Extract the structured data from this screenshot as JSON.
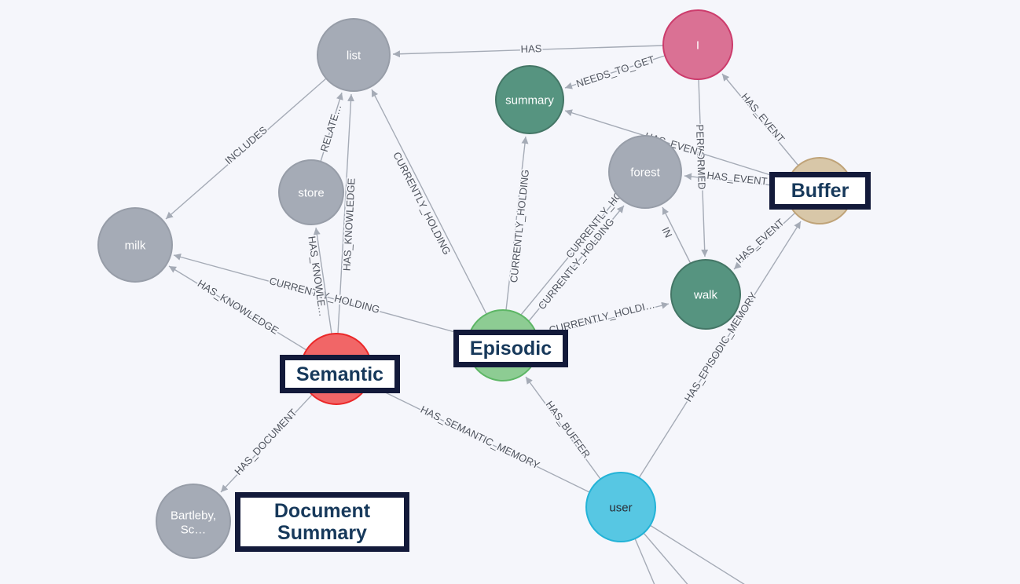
{
  "background": "#F5F6FB",
  "palette": {
    "edge_color": "#A5ABB6",
    "edge_label_color": "#50555F",
    "annotation_border": "#131A3A",
    "annotation_text": "#17395B",
    "annotation_background": "#FFFFFF"
  },
  "graph": {
    "nodes": [
      {
        "id": "list",
        "label": "list",
        "fill": "#A5ABB6",
        "stroke": "#979DA8",
        "text_color": "#FFFFFF"
      },
      {
        "id": "I",
        "label": "I",
        "fill": "#DA7194",
        "stroke": "#CC3C6C",
        "text_color": "#FFFFFF"
      },
      {
        "id": "summary",
        "label": "summary",
        "fill": "#569480",
        "stroke": "#447666",
        "text_color": "#FFFFFF"
      },
      {
        "id": "forest",
        "label": "forest",
        "fill": "#A5ABB6",
        "stroke": "#979DA8",
        "text_color": "#FFFFFF"
      },
      {
        "id": "buffer",
        "label": "",
        "fill": "#D8C7A8",
        "stroke": "#BFA378",
        "text_color": "#6A5216"
      },
      {
        "id": "store",
        "label": "store",
        "fill": "#A5ABB6",
        "stroke": "#979DA8",
        "text_color": "#FFFFFF"
      },
      {
        "id": "milk",
        "label": "milk",
        "fill": "#A5ABB6",
        "stroke": "#979DA8",
        "text_color": "#FFFFFF"
      },
      {
        "id": "walk",
        "label": "walk",
        "fill": "#569480",
        "stroke": "#447666",
        "text_color": "#FFFFFF"
      },
      {
        "id": "episodic",
        "label": "",
        "fill": "#8DCC93",
        "stroke": "#5DB665",
        "text_color": "#2A2C34"
      },
      {
        "id": "semantic",
        "label": "",
        "fill": "#F16667",
        "stroke": "#EB2728",
        "text_color": "#FFFFFF"
      },
      {
        "id": "bartleby",
        "label_line1": "Bartleby,",
        "label_line2": "Sc…",
        "fill": "#A5ABB6",
        "stroke": "#979DA8",
        "text_color": "#FFFFFF"
      },
      {
        "id": "user",
        "label": "user",
        "fill": "#57C7E3",
        "stroke": "#23B3D7",
        "text_color": "#2A2C34"
      }
    ],
    "edges": [
      {
        "from": "I",
        "to": "list",
        "label": "HAS"
      },
      {
        "from": "I",
        "to": "summary",
        "label": "NEEDS_TO_GET"
      },
      {
        "from": "list",
        "to": "milk",
        "label": "INCLUDES"
      },
      {
        "from": "store",
        "to": "list",
        "label": "RELATE…"
      },
      {
        "from": "Semantic",
        "to": "list",
        "label": "HAS_KNOWLEDGE"
      },
      {
        "from": "Episodic",
        "to": "list",
        "label": "CURRENTLY_HOLDING"
      },
      {
        "from": "Episodic",
        "to": "summary",
        "label": "CURRENTLY_HOLDING"
      },
      {
        "from": "Episodic",
        "to": "forest",
        "label": "CURRENTLY_HO…"
      },
      {
        "from": "Episodic",
        "to": "forest",
        "label": "CURRENTLY_HOLDING"
      },
      {
        "from": "Episodic",
        "to": "walk",
        "label": "CURRENTLY_HOLDI…"
      },
      {
        "from": "Episodic",
        "to": "milk",
        "label": "CURRENTLY_HOLDING"
      },
      {
        "from": "Semantic",
        "to": "store",
        "label": "HAS_KNOWLE…"
      },
      {
        "from": "Semantic",
        "to": "milk",
        "label": "HAS_KNOWLEDGE"
      },
      {
        "from": "Semantic",
        "to": "bartleby",
        "label": "HAS_DOCUMENT"
      },
      {
        "from": "user",
        "to": "Semantic",
        "label": "HAS_SEMANTIC_MEMORY"
      },
      {
        "from": "user",
        "to": "Episodic",
        "label": "HAS_BUFFER"
      },
      {
        "from": "user",
        "to": "Buffer",
        "label": "HAS_EPISODIC_MEMORY"
      },
      {
        "from": "I",
        "to": "walk",
        "label": "PERFORMED"
      },
      {
        "from": "walk",
        "to": "forest",
        "label": "IN"
      },
      {
        "from": "Buffer",
        "to": "I",
        "label": "HAS_EVENT"
      },
      {
        "from": "Buffer",
        "to": "forest",
        "label": "HAS_EVENT"
      },
      {
        "from": "Buffer",
        "to": "walk",
        "label": "HAS_EVENT"
      },
      {
        "from": "Buffer",
        "to": "summary",
        "label": "HAS_EVENT"
      }
    ]
  },
  "annotations": [
    {
      "text": "Buffer"
    },
    {
      "text": "Episodic"
    },
    {
      "text": "Semantic"
    },
    {
      "lines": [
        "Document",
        "Summary"
      ]
    }
  ]
}
